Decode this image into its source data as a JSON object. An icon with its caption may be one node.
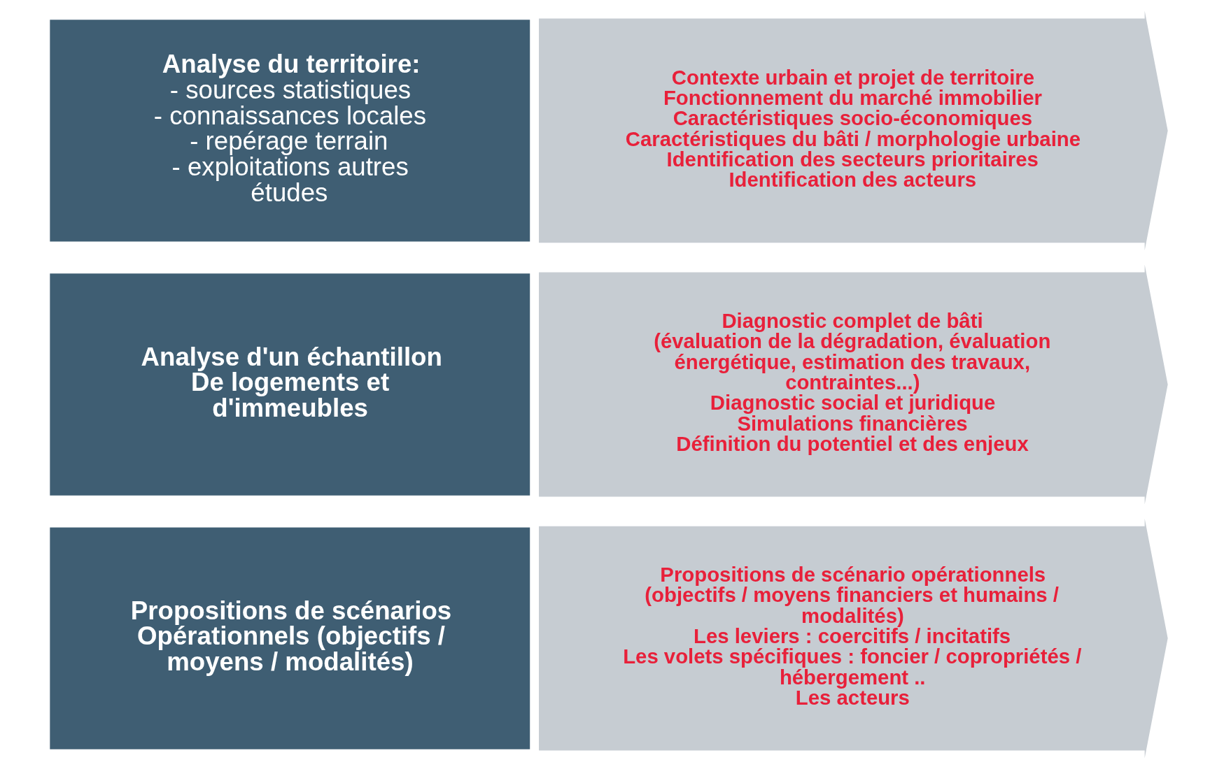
{
  "diagram": {
    "nodes": [
      {
        "text": [
          "Analyse du territoire:",
          "- sources statistiques",
          "- connaissances locales",
          "- repérage terrain",
          "- exploitations autres études"
        ]
      },
      {
        "text": [
          "Contexte urbain et projet de territoire",
          "Fonctionnement du marché immobilier",
          "Caractéristiques socio-économiques",
          "Caractéristiques du bâti / morphologie urbaine",
          "Identification des secteurs prioritaires",
          "Identification des acteurs"
        ]
      },
      {
        "text": [
          "Analyse d'un échantillon De logements et d'immeubles"
        ]
      },
      {
        "text": [
          "Diagnostic complet de bâti",
          "(évaluation de la dégradation, évaluation énergétique, estimation des travaux, contraintes...)",
          "Diagnostic social et juridique",
          "Simulations financières",
          "Définition du potentiel et des enjeux"
        ]
      },
      {
        "text": [
          "Propositions de scénarios Opérationnels (objectifs / moyens / modalités)"
        ]
      },
      {
        "text": [
          "Propositions de scénario opérationnels",
          "(objectifs / moyens financiers et humains / modalités)",
          "Les leviers : coercitifs / incitatifs",
          "Les volets spécifiques : foncier / copropriétés / hébergement ..",
          "Les acteurs"
        ]
      }
    ]
  }
}
